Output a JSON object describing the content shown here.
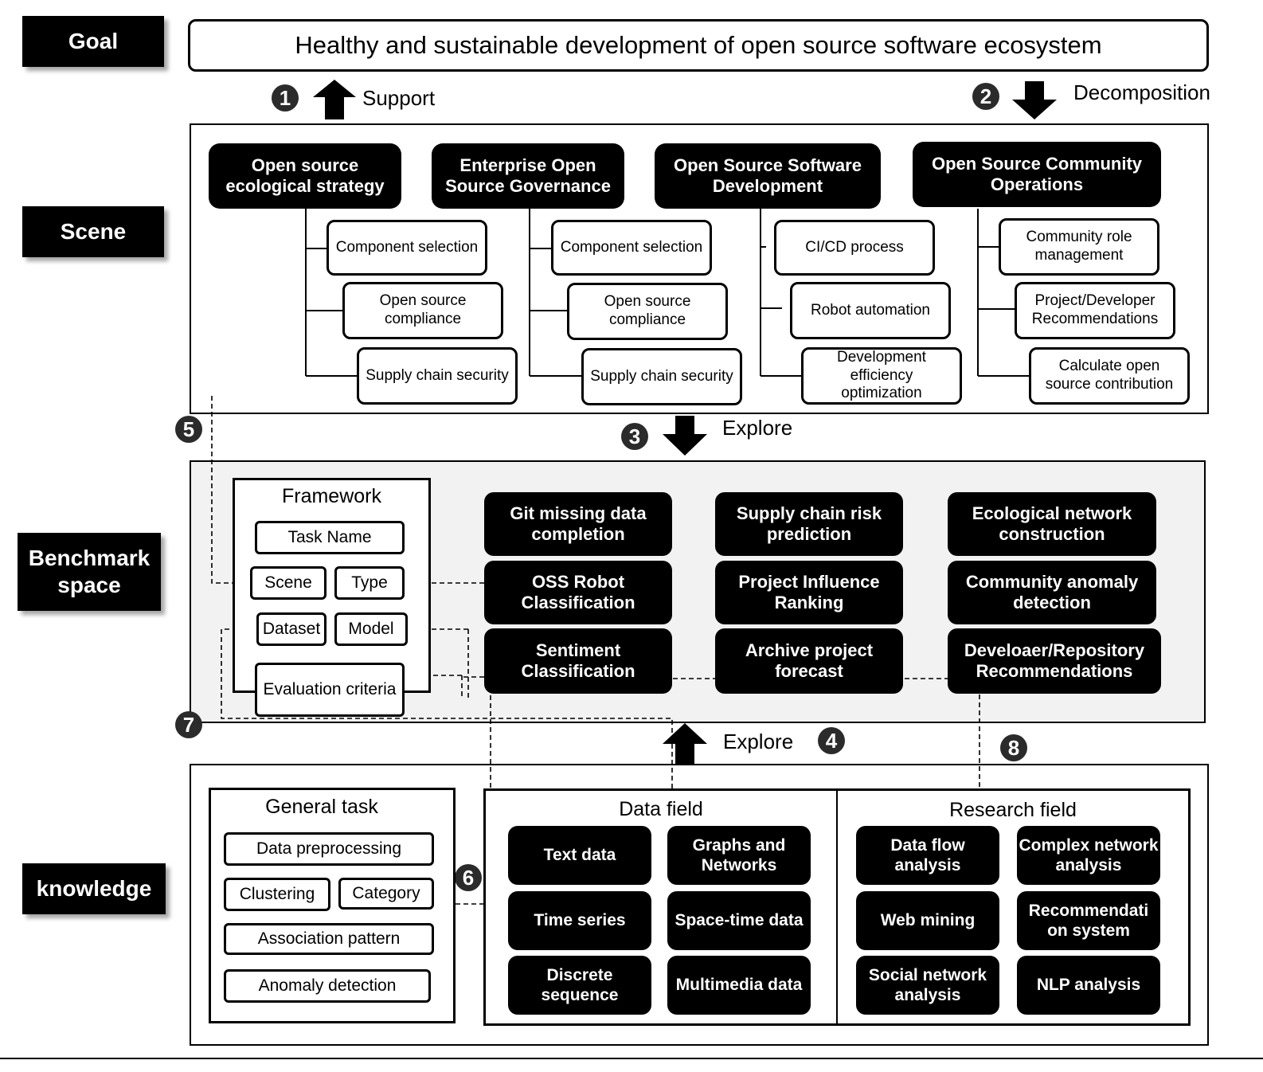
{
  "layers": {
    "goal": "Goal",
    "scene": "Scene",
    "benchmark": "Benchmark space",
    "knowledge": "knowledge"
  },
  "goal_text": "Healthy and sustainable development of open source software ecosystem",
  "arrows": {
    "n1": "1",
    "support": "Support",
    "n2": "2",
    "decomposition": "Decomposition",
    "n3": "3",
    "explore_down": "Explore",
    "n4": "4",
    "explore_up": "Explore",
    "n5": "5",
    "n6": "6",
    "n7": "7",
    "n8": "8"
  },
  "scene": {
    "groups": [
      {
        "title": "Open source ecological strategy",
        "items": [
          "Component selection",
          "Open source compliance",
          "Supply chain security"
        ]
      },
      {
        "title": "Enterprise Open Source Governance",
        "items": [
          "Component selection",
          "Open source compliance",
          "Supply chain security"
        ]
      },
      {
        "title": "Open Source Software Development",
        "items": [
          "CI/CD process",
          "Robot automation",
          "Development efficiency optimization"
        ]
      },
      {
        "title": "Open Source Community Operations",
        "items": [
          "Community role management",
          "Project/Developer Recommendations",
          "Calculate open source contribution"
        ]
      }
    ]
  },
  "framework": {
    "title": "Framework",
    "task_name": "Task Name",
    "scene": "Scene",
    "type": "Type",
    "dataset": "Dataset",
    "model": "Model",
    "criteria": "Evaluation criteria"
  },
  "benchmark_tasks": [
    [
      "Git missing data completion",
      "OSS Robot Classification",
      "Sentiment Classification"
    ],
    [
      "Supply chain risk prediction",
      "Project Influence Ranking",
      "Archive project forecast"
    ],
    [
      "Ecological  network construction",
      "Community anomaly detection",
      "Develoaer/Repository Recommendations"
    ]
  ],
  "knowledge": {
    "general": {
      "title": "General task",
      "items": [
        "Data preprocessing",
        "Clustering",
        "Category",
        "Association pattern",
        "Anomaly detection"
      ]
    },
    "data_field": {
      "title": "Data field",
      "items": [
        "Text data",
        "Graphs and Networks",
        "Time series",
        "Space-time data",
        "Discrete sequence",
        "Multimedia data"
      ]
    },
    "research_field": {
      "title": "Research field",
      "items": [
        "Data flow analysis",
        "Complex network analysis",
        "Web mining",
        "Recommendati on system",
        "Social network analysis",
        "NLP analysis"
      ]
    }
  }
}
